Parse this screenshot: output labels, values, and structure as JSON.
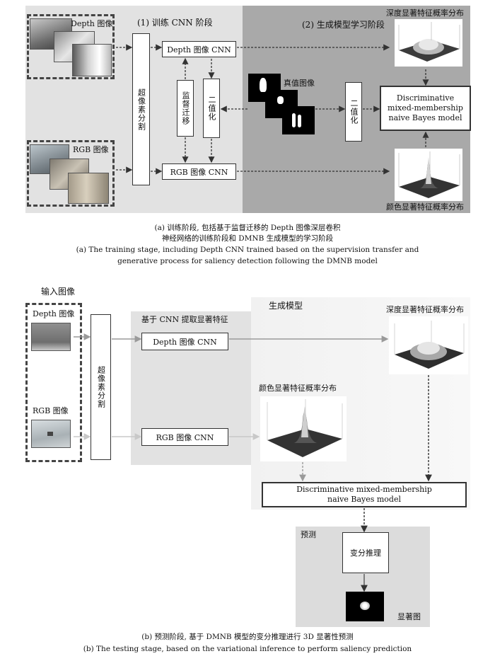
{
  "top": {
    "depth_input_label": "Depth 图像",
    "rgb_input_label": "RGB 图像",
    "stage1_label": "(1) 训练 CNN 阶段",
    "stage2_label": "(2) 生成模型学习阶段",
    "superpixel_label": "超像素分割",
    "depth_cnn_label": "Depth 图像 CNN",
    "rgb_cnn_label": "RGB 图像 CNN",
    "supervision_label": "监督迁移",
    "binarize_label": "二值化",
    "ground_truth_label": "真值图像",
    "binarize2_label": "二值化",
    "dmnb_label": "Discriminative mixed-membership naive Bayes model",
    "depth_dist_label": "深度显著特征概率分布",
    "color_dist_label": "颜色显著特征概率分布"
  },
  "caption_a": {
    "line1": "(a) 训练阶段, 包括基于监督迁移的 Depth 图像深层卷积",
    "line2": "神经网络的训练阶段和 DMNB 生成模型的学习阶段",
    "line3": "(a) The training stage, including Depth CNN trained based on the  supervision transfer and",
    "line4": "generative process for saliency detection following the DMNB model"
  },
  "bottom": {
    "input_label": "输入图像",
    "depth_input_label": "Depth 图像",
    "rgb_input_label": "RGB 图像",
    "superpixel_label": "超像素分割",
    "cnn_feature_label": "基于 CNN 提取显著特征",
    "depth_cnn_label": "Depth 图像 CNN",
    "rgb_cnn_label": "RGB 图像 CNN",
    "generative_label": "生成模型",
    "depth_dist_label": "深度显著特征概率分布",
    "color_dist_label": "颜色显著特征概率分布",
    "dmnb_label": "Discriminative mixed-membership naive Bayes model",
    "predict_label": "预测",
    "variational_label": "变分推理",
    "saliency_label": "显著图"
  },
  "caption_b": {
    "line1": "(b) 预测阶段, 基于 DMNB 模型的变分推理进行 3D 显著性预测",
    "line2": "(b) The testing stage, based on the variational inference to perform saliency prediction"
  },
  "colors": {
    "panel_light": "#e2e2e2",
    "panel_dark": "#a9a9a9",
    "arrow": "#333333",
    "arrow_light": "#bdbdbd"
  }
}
